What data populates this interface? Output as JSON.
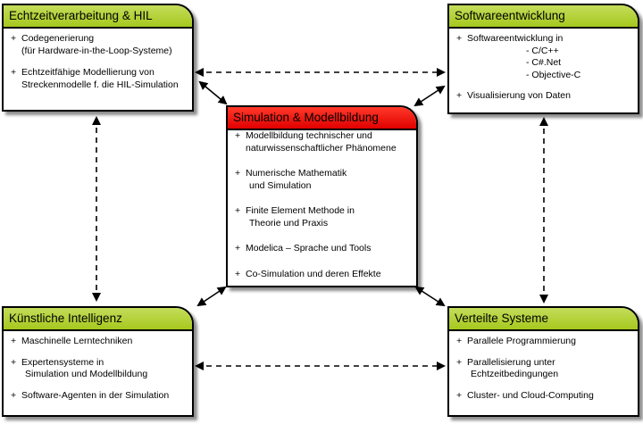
{
  "boxes": {
    "realtime": {
      "title": "Echtzeitverarbeitung & HIL",
      "items": [
        {
          "lines": [
            "Codegenerierung",
            "(für Hardware-in-the-Loop-Systeme)"
          ]
        },
        {
          "lines": [
            "Echtzeitfähige Modellierung von",
            "Streckenmodelle f.  die HIL-Simulation"
          ]
        }
      ]
    },
    "software": {
      "title": "Softwareentwicklung",
      "items": [
        {
          "lines": [
            "Softwareentwicklung in"
          ],
          "sublist": [
            "- C/C++",
            "- C#.Net",
            "- Objective-C"
          ]
        },
        {
          "lines": [
            "Visualisierung von Daten"
          ]
        }
      ]
    },
    "simulation": {
      "title": "Simulation & Modellbildung",
      "items": [
        {
          "lines": [
            "Modellbildung technischer und",
            "naturwissenschaftlicher Phänomene"
          ]
        },
        {
          "lines": [
            "Numerische Mathematik",
            "und Simulation"
          ]
        },
        {
          "lines": [
            "Finite Element Methode in",
            "Theorie  und Praxis"
          ]
        },
        {
          "lines": [
            "Modelica – Sprache und Tools"
          ]
        },
        {
          "lines": [
            "Co-Simulation und deren Effekte"
          ]
        }
      ]
    },
    "ai": {
      "title": "Künstliche Intelligenz",
      "items": [
        {
          "lines": [
            "Maschinelle Lerntechniken"
          ]
        },
        {
          "lines": [
            "Expertensysteme in",
            "Simulation und Modellbildung"
          ]
        },
        {
          "lines": [
            "Software-Agenten in der Simulation"
          ]
        }
      ]
    },
    "distributed": {
      "title": "Verteilte Systeme",
      "items": [
        {
          "lines": [
            "Parallele Programmierung"
          ]
        },
        {
          "lines": [
            "Parallelisierung unter",
            "Echtzeitbedingungen"
          ]
        },
        {
          "lines": [
            "Cluster- und Cloud-Computing"
          ]
        }
      ]
    }
  },
  "colors": {
    "green_header": "#a6c81e",
    "red_header": "#e00000"
  }
}
